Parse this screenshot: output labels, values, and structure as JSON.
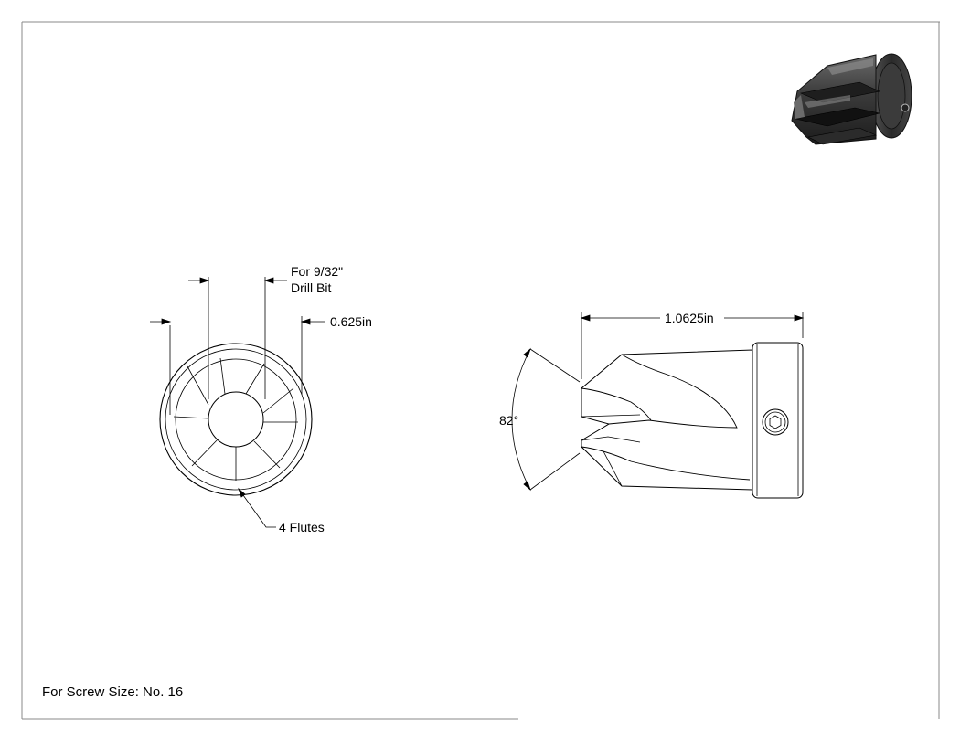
{
  "front_view": {
    "drill_label_line1": "For 9/32\"",
    "drill_label_line2": "Drill Bit",
    "diameter_label": "0.625in",
    "flutes_label": "4 Flutes"
  },
  "side_view": {
    "length_label": "1.0625in",
    "angle_label": "82°"
  },
  "footer": {
    "screw_size_label": "For Screw Size: No. 16"
  }
}
